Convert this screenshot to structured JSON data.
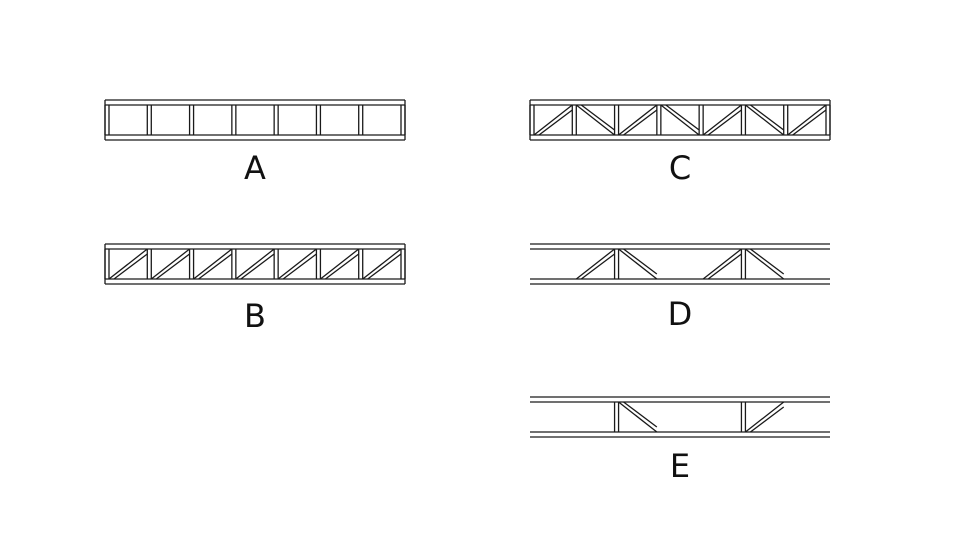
{
  "beams": [
    {
      "id": "A",
      "label": "A",
      "ends": "closed",
      "panels": 7,
      "webs": [
        "v",
        "v",
        "v",
        "v",
        "v",
        "v",
        "v",
        "v"
      ],
      "diagonals": []
    },
    {
      "id": "B",
      "label": "B",
      "ends": "closed",
      "panels": 7,
      "webs": [
        "v",
        "v",
        "v",
        "v",
        "v",
        "v",
        "v",
        "v"
      ],
      "diagonals": [
        {
          "panel": 0,
          "dir": "up"
        },
        {
          "panel": 1,
          "dir": "up"
        },
        {
          "panel": 2,
          "dir": "up"
        },
        {
          "panel": 3,
          "dir": "up"
        },
        {
          "panel": 4,
          "dir": "up"
        },
        {
          "panel": 5,
          "dir": "up"
        },
        {
          "panel": 6,
          "dir": "up"
        }
      ]
    },
    {
      "id": "C",
      "label": "C",
      "ends": "closed",
      "panels": 7,
      "webs": [
        "v",
        "v",
        "v",
        "v",
        "v",
        "v",
        "v",
        "v"
      ],
      "diagonals": [
        {
          "panel": 0,
          "dir": "up"
        },
        {
          "panel": 1,
          "dir": "down"
        },
        {
          "panel": 2,
          "dir": "up"
        },
        {
          "panel": 3,
          "dir": "down"
        },
        {
          "panel": 4,
          "dir": "up"
        },
        {
          "panel": 5,
          "dir": "down"
        },
        {
          "panel": 6,
          "dir": "up"
        }
      ]
    },
    {
      "id": "D",
      "label": "D",
      "ends": "open",
      "panels": 7,
      "webs": [
        "-",
        "-",
        "v",
        "-",
        "-",
        "v",
        "-",
        "-"
      ],
      "diagonals": [
        {
          "panel": 1,
          "dir": "up"
        },
        {
          "panel": 2,
          "dir": "down"
        },
        {
          "panel": 4,
          "dir": "up"
        },
        {
          "panel": 5,
          "dir": "down"
        }
      ]
    },
    {
      "id": "E",
      "label": "E",
      "ends": "open",
      "panels": 7,
      "webs": [
        "-",
        "-",
        "v",
        "-",
        "-",
        "v",
        "-",
        "-"
      ],
      "diagonals": [
        {
          "panel": 2,
          "dir": "down"
        },
        {
          "panel": 5,
          "dir": "up"
        }
      ]
    }
  ]
}
